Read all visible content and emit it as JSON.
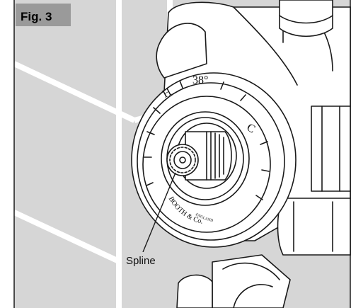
{
  "figure": {
    "label": "Fig. 3",
    "callout": "Spline"
  },
  "dial": {
    "hot": "H",
    "cold": "C",
    "temperature": "38°",
    "brand": "BOOTH & Co.",
    "country": "ENGLAND"
  },
  "colors": {
    "tile": "#d6d6d6",
    "grout": "#ffffff",
    "line": "#1a1a1a",
    "label_box": "#9a9a9a"
  }
}
